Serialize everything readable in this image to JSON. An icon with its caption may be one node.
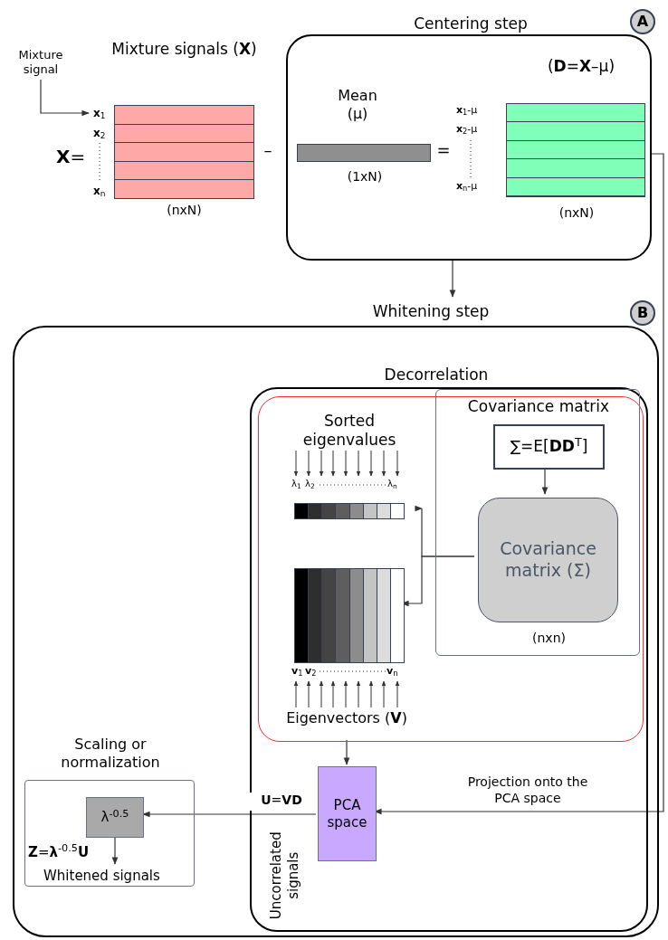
{
  "diagram": {
    "nodes": [
      {
        "text": [
          "Mixture signal"
        ]
      },
      {
        "text": [
          "Mixture signals (**X**)"
        ],
        "beside": [
          "(nxN)"
        ]
      },
      {
        "text": [
          "Centering step"
        ]
      },
      {
        "text": [
          "A"
        ]
      },
      {
        "text": [
          "Mean (μ)"
        ],
        "beside": [
          "(1xN)"
        ],
        "in": 2
      },
      {
        "text": [
          "(**D**=**X**–μ)"
        ],
        "beside": [
          "(nxN)"
        ],
        "in": 2
      },
      {
        "text": [
          "Whitening step"
        ]
      },
      {
        "text": [
          "B"
        ]
      },
      {
        "text": [
          "Decorrelation"
        ],
        "in": 6
      },
      {
        "text": [],
        "shape": "box",
        "in": 8
      },
      {
        "text": [
          "Covariance matrix"
        ],
        "in": 9
      },
      {
        "text": [
          "∑=E[**DD**$^{T}$]"
        ],
        "in": 10
      },
      {
        "text": [
          "Covariance matrix (Σ)"
        ],
        "beside": [
          "(nxn)"
        ],
        "in": 10
      },
      {
        "text": [
          "Sorted eigenvalues"
        ],
        "in": 9
      },
      {
        "text": [],
        "shape": "box",
        "in": 9
      },
      {
        "text": [
          "PCA space"
        ],
        "in": 8
      },
      {
        "text": [
          "Scaling or normalization",
          "**Z**=**λ**$^{-0.5}$**U**"
        ],
        "in": 6
      },
      {
        "text": [
          "λ$^{-0.5}$"
        ],
        "in": 16
      },
      {
        "text": [
          "Whitened signals"
        ],
        "in": 16
      }
    ],
    "edges": [
      {
        "from": 0,
        "to": 1,
        "arrow": "to"
      },
      {
        "from": 2,
        "to": 6,
        "arrow": "to"
      },
      {
        "from": 2,
        "to": 15,
        "arrow": "to",
        "label": "Projection onto the PCA space"
      },
      {
        "from": 11,
        "to": 12,
        "arrow": "to"
      },
      {
        "from": 12,
        "to": 13,
        "arrow": "to"
      },
      {
        "from": 12,
        "to": 14,
        "arrow": "to"
      },
      {
        "from": 9,
        "to": 15,
        "arrow": "to"
      },
      {
        "from": 15,
        "to": 17,
        "arrow": "to",
        "label": "**U**=**VD**"
      },
      {
        "from": 17,
        "to": 18,
        "arrow": "to"
      }
    ],
    "labels": [
      "**X**=",
      "**x**$_{1}$",
      "**x**$_{2}$",
      "**x**$_{n}$",
      "–",
      "=",
      "**x**$_{1}$-μ",
      "**x**$_{2}$-μ",
      "**x**$_{n}$-μ",
      "λ$_{1}$",
      "λ$_{2}$",
      "λ$_{n}$",
      "**v**$_{1}$",
      "**v**$_{2}$",
      "**v**$_{n}$",
      "Eigenvectors (**V**)",
      "Uncorrelated signals"
    ]
  }
}
